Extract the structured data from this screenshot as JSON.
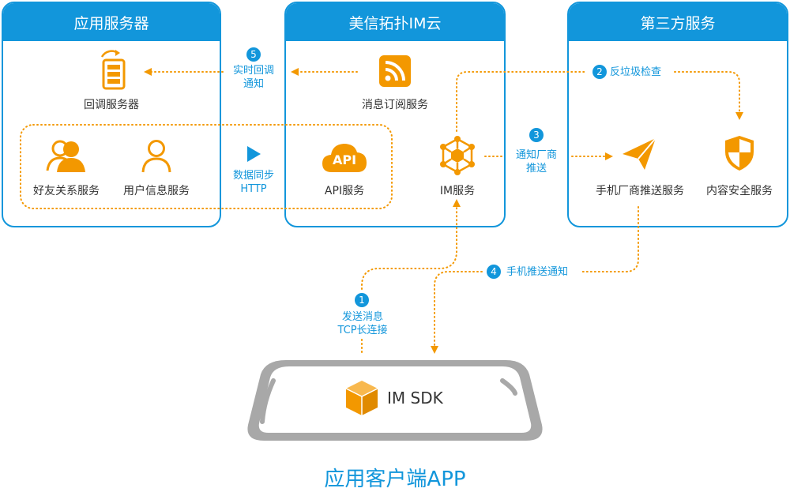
{
  "panels": {
    "app_server": {
      "title": "应用服务器"
    },
    "im_cloud": {
      "title": "美信拓扑IM云"
    },
    "third_party": {
      "title": "第三方服务"
    }
  },
  "services": {
    "callback_server": "回调服务器",
    "friend_service": "好友关系服务",
    "user_service": "用户信息服务",
    "subscribe_service": "消息订阅服务",
    "api_service": "API服务",
    "api_icon_text": "API",
    "im_service": "IM服务",
    "vendor_push_service": "手机厂商推送服务",
    "content_safety_service": "内容安全服务"
  },
  "flows": {
    "step1": {
      "num": "1",
      "line1": "发送消息",
      "line2": "TCP长连接"
    },
    "step2": {
      "num": "2",
      "text": "反垃圾检查"
    },
    "step3": {
      "num": "3",
      "line1": "通知厂商",
      "line2": "推送"
    },
    "step4": {
      "num": "4",
      "text": "手机推送通知"
    },
    "step5": {
      "num": "5",
      "line1": "实时回调",
      "line2": "通知"
    },
    "sync": {
      "line1": "数据同步",
      "line2": "HTTP"
    }
  },
  "client": {
    "sdk_label": "IM SDK",
    "app_title": "应用客户端APP"
  },
  "colors": {
    "blue": "#1296db",
    "orange": "#f39800",
    "gray": "#a8a8a8"
  }
}
